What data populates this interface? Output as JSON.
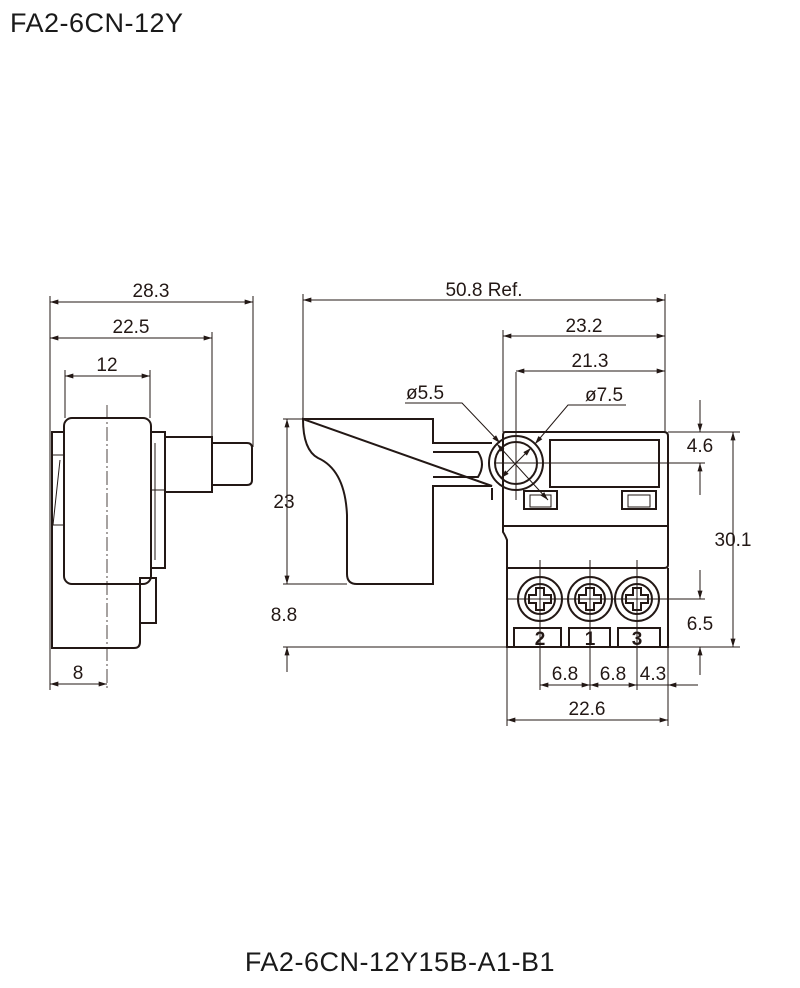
{
  "title_top": "FA2-6CN-12Y",
  "title_bottom": "FA2-6CN-12Y15B-A1-B1",
  "side_view": {
    "dims": {
      "overall_width": "28.3",
      "body_width": "22.5",
      "trigger_width": "12",
      "back_offset": "8"
    }
  },
  "front_view": {
    "dims": {
      "overall_length": "50.8 Ref.",
      "body_length": "23.2",
      "pivot_to_end": "21.3",
      "pivot_inner_dia": "ø5.5",
      "pivot_outer_dia": "ø7.5",
      "trigger_height": "23",
      "trigger_bottom_offset": "8.8",
      "pivot_height": "4.6",
      "body_height": "30.1",
      "terminal_height": "6.5",
      "terminal_pitch_1": "6.8",
      "terminal_pitch_2": "6.8",
      "terminal_edge": "4.3",
      "lower_body_length": "22.6"
    },
    "terminal_labels": [
      "2",
      "1",
      "3"
    ]
  },
  "colors": {
    "line": "#231815"
  }
}
